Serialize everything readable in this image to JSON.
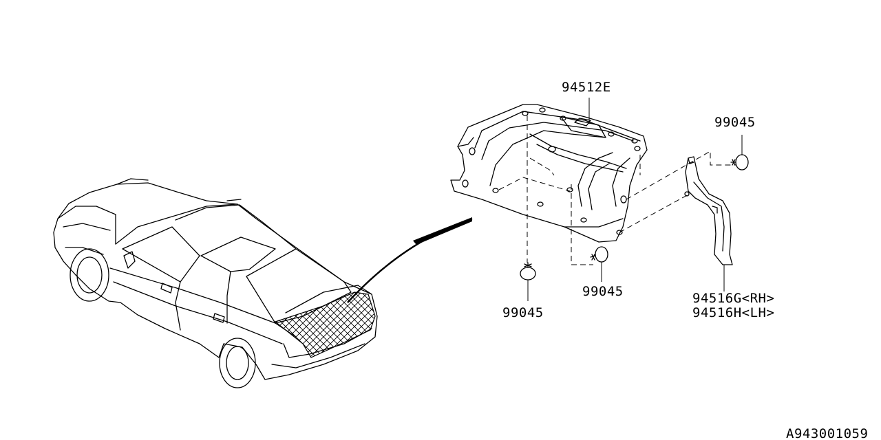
{
  "labels": {
    "trim_panel": "94512E",
    "clip_top_right": "99045",
    "clip_bottom_left": "99045",
    "clip_bottom_mid": "99045",
    "side_trim_rh": "94516G<RH>",
    "side_trim_lh": "94516H<LH>",
    "diagram_code": "A943001059"
  }
}
